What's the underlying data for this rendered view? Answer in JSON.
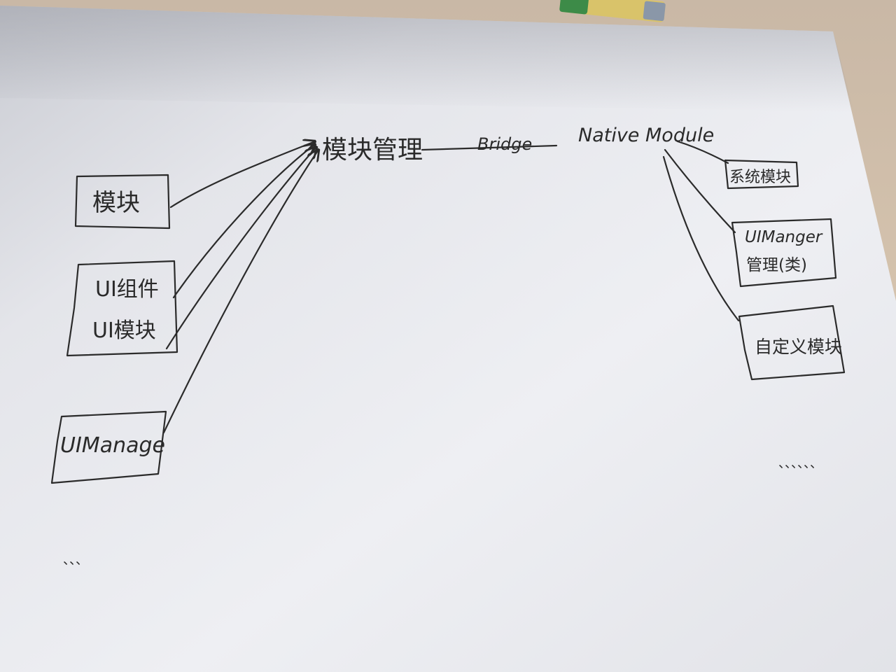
{
  "diagram": {
    "center": {
      "label": "模块管理"
    },
    "bridge": {
      "label": "Bridge"
    },
    "native": {
      "label": "Native Module"
    },
    "left_boxes": [
      {
        "lines": [
          "模块"
        ]
      },
      {
        "lines": [
          "UI组件",
          "UI模块"
        ]
      },
      {
        "lines": [
          "UIManage"
        ]
      }
    ],
    "right_boxes": [
      {
        "lines": [
          "系统模块"
        ]
      },
      {
        "lines": [
          "UIManger",
          "管理(类)"
        ]
      },
      {
        "lines": [
          "自定义模块"
        ]
      }
    ],
    "ellipsis_right": "、、、、、、",
    "ellipsis_left": "、、、"
  },
  "colors": {
    "paper": "#e9eaee",
    "ink": "#2b2b2b",
    "table": "#cdb9a3"
  }
}
